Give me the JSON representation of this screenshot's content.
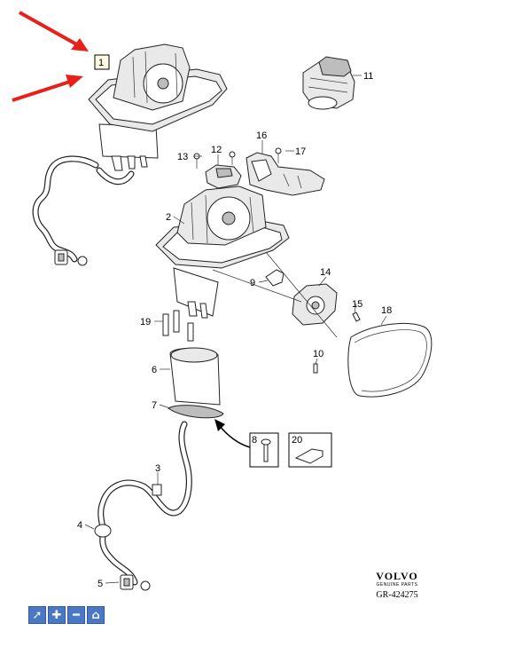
{
  "diagram": {
    "callouts": [
      "1",
      "2",
      "3",
      "4",
      "5",
      "6",
      "7",
      "8",
      "9",
      "10",
      "11",
      "12",
      "13",
      "14",
      "15",
      "16",
      "17",
      "18",
      "19",
      "20"
    ],
    "arrow_color": "#e8201a",
    "toolbar_icons": [
      "pointer-icon",
      "zoom-in-icon",
      "zoom-out-icon",
      "home-icon"
    ]
  },
  "brand": {
    "name": "VOLVO",
    "sub": "GENUINE PARTS"
  },
  "reference": "GR-424275",
  "toolbar": {
    "pointer": "➚",
    "zoom_in": "✚",
    "zoom_out": "━",
    "home": "⌂"
  }
}
